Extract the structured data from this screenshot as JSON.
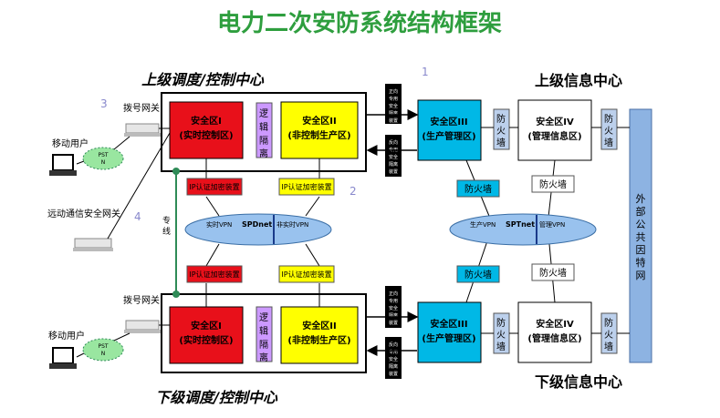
{
  "title": "电力二次安防系统结构框架",
  "labels": {
    "upper_dispatch": "上级调度/控制中心",
    "lower_dispatch": "下级调度/控制中心",
    "upper_info": "上级信息中心",
    "lower_info": "下级信息中心",
    "dialup_gateway": "拨号网关",
    "mobile_user": "移动用户",
    "remote_comm_gateway": "远动通信安全网关",
    "dedicated_line": "专线",
    "pstn": "PSTN"
  },
  "zones": {
    "zone1": [
      "安全区I",
      "(实时控制区)"
    ],
    "zone2": [
      "安全区II",
      "(非控制生产区)"
    ],
    "zone3": [
      "安全区III",
      "(生产管理区)"
    ],
    "zone4": [
      "安全区IV",
      "(管理信息区)"
    ],
    "logic_isolation": "逻辑隔离",
    "firewall": "防火墙",
    "external_network": "外部公共因特网"
  },
  "devices": {
    "forward_isolation": "正向专用安全隔离装置",
    "reverse_isolation": "反向专用安全隔离装置",
    "ip_auth": "IP认证加密装置"
  },
  "networks": {
    "spdnet": {
      "left": "实时VPN",
      "center": "SPDnet",
      "right": "非实时VPN"
    },
    "sptnet": {
      "left": "生产VPN",
      "center": "SPTnet",
      "right": "管理VPN"
    }
  },
  "markers": [
    "1",
    "2",
    "3",
    "4"
  ],
  "colors": {
    "title": "#2e9e3e",
    "zone1": "#e8101a",
    "zone2": "#ffff00",
    "zone3": "#00b8e6",
    "firewall": "#bcd0ec",
    "logic": "#cc99ff",
    "ellipse": "#99c2ee",
    "external": "#8db3e2"
  }
}
